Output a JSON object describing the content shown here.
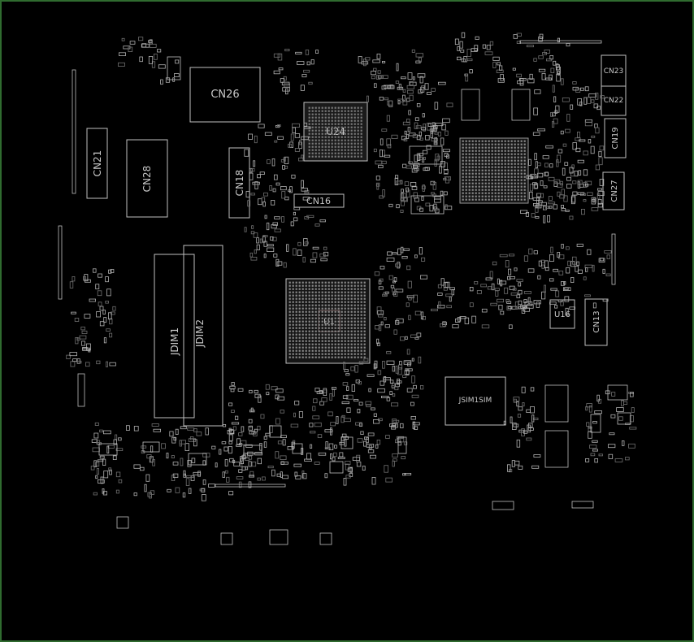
{
  "colors": {
    "background": "#000000",
    "border": "#2f6b2f",
    "outline": "#bfbfbf",
    "dim_outline": "#6a6a6a",
    "pad": "#9a9a9a",
    "text": "#c8c8c8"
  },
  "labels": {
    "cn26": "CN26",
    "cn21": "CN21",
    "cn28": "CN28",
    "cn18": "CN18",
    "cn16": "CN16",
    "u24": "U24",
    "cn23": "CN23",
    "cn22": "CN22",
    "cn19": "CN19",
    "cn27": "CN27",
    "u16": "U16",
    "cn13": "CN13",
    "jdim1": "JDIM1",
    "jdim2": "JDIM2",
    "jsim1sim": "JSIM1SIM",
    "u1": "U1"
  }
}
